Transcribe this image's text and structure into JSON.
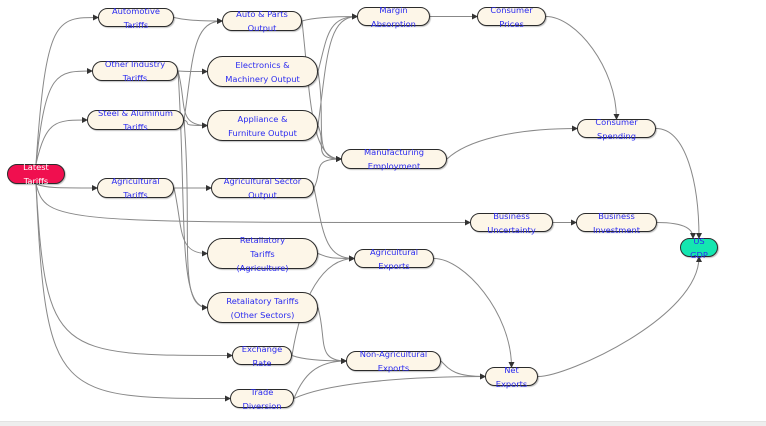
{
  "colors": {
    "node_fill": "#fdf6e8",
    "node_text": "#2a2af0",
    "root_fill": "#f00f4f",
    "root_text": "#ffffff",
    "target_fill": "#14e6b0",
    "edge": "#888888"
  },
  "nodes": {
    "latest_tariffs": "Latest Tariffs",
    "automotive_tariffs": "Automotive Tariffs",
    "other_industry_tariffs": "Other Industry Tariffs",
    "steel_aluminum_tariffs": "Steel & Aluminum Tariffs",
    "agricultural_tariffs": "Agricultural Tariffs",
    "auto_parts_output": "Auto & Parts Output",
    "electronics_machinery_output": "Electronics & Machinery Output",
    "appliance_furniture_output": "Appliance & Furniture Output",
    "agricultural_sector_output": "Agricultural Sector Output",
    "retaliatory_tariffs_agriculture": "Retaliatory Tariffs (Agriculture)",
    "retaliatory_tariffs_other": "Retaliatory Tariffs (Other Sectors)",
    "exchange_rate": "Exchange Rate",
    "trade_diversion": "Trade Diversion",
    "margin_absorption": "Margin Absorption",
    "manufacturing_employment": "Manufacturing Employment",
    "agricultural_exports": "Agricultural Exports",
    "non_agricultural_exports": "Non-Agricultural Exports",
    "consumer_prices": "Consumer Prices",
    "consumer_spending": "Consumer Spending",
    "business_uncertainty": "Business Uncertainty",
    "business_investment": "Business Investment",
    "net_exports": "Net Exports",
    "us_gdp": "US GDP"
  },
  "edges": [
    [
      "latest_tariffs",
      "automotive_tariffs"
    ],
    [
      "latest_tariffs",
      "other_industry_tariffs"
    ],
    [
      "latest_tariffs",
      "steel_aluminum_tariffs"
    ],
    [
      "latest_tariffs",
      "agricultural_tariffs"
    ],
    [
      "latest_tariffs",
      "business_uncertainty"
    ],
    [
      "latest_tariffs",
      "exchange_rate"
    ],
    [
      "latest_tariffs",
      "trade_diversion"
    ],
    [
      "automotive_tariffs",
      "auto_parts_output"
    ],
    [
      "other_industry_tariffs",
      "electronics_machinery_output"
    ],
    [
      "other_industry_tariffs",
      "appliance_furniture_output"
    ],
    [
      "other_industry_tariffs",
      "retaliatory_tariffs_other"
    ],
    [
      "steel_aluminum_tariffs",
      "auto_parts_output"
    ],
    [
      "steel_aluminum_tariffs",
      "appliance_furniture_output"
    ],
    [
      "steel_aluminum_tariffs",
      "retaliatory_tariffs_other"
    ],
    [
      "agricultural_tariffs",
      "agricultural_sector_output"
    ],
    [
      "agricultural_tariffs",
      "retaliatory_tariffs_agriculture"
    ],
    [
      "auto_parts_output",
      "margin_absorption"
    ],
    [
      "auto_parts_output",
      "manufacturing_employment"
    ],
    [
      "electronics_machinery_output",
      "margin_absorption"
    ],
    [
      "electronics_machinery_output",
      "manufacturing_employment"
    ],
    [
      "appliance_furniture_output",
      "margin_absorption"
    ],
    [
      "appliance_furniture_output",
      "manufacturing_employment"
    ],
    [
      "agricultural_sector_output",
      "manufacturing_employment"
    ],
    [
      "agricultural_sector_output",
      "agricultural_exports"
    ],
    [
      "retaliatory_tariffs_agriculture",
      "agricultural_exports"
    ],
    [
      "retaliatory_tariffs_other",
      "non_agricultural_exports"
    ],
    [
      "exchange_rate",
      "agricultural_exports"
    ],
    [
      "exchange_rate",
      "non_agricultural_exports"
    ],
    [
      "trade_diversion",
      "non_agricultural_exports"
    ],
    [
      "trade_diversion",
      "net_exports"
    ],
    [
      "margin_absorption",
      "consumer_prices"
    ],
    [
      "consumer_prices",
      "consumer_spending"
    ],
    [
      "manufacturing_employment",
      "consumer_spending"
    ],
    [
      "business_uncertainty",
      "business_investment"
    ],
    [
      "agricultural_exports",
      "net_exports"
    ],
    [
      "non_agricultural_exports",
      "net_exports"
    ],
    [
      "consumer_spending",
      "us_gdp"
    ],
    [
      "business_investment",
      "us_gdp"
    ],
    [
      "net_exports",
      "us_gdp"
    ]
  ]
}
